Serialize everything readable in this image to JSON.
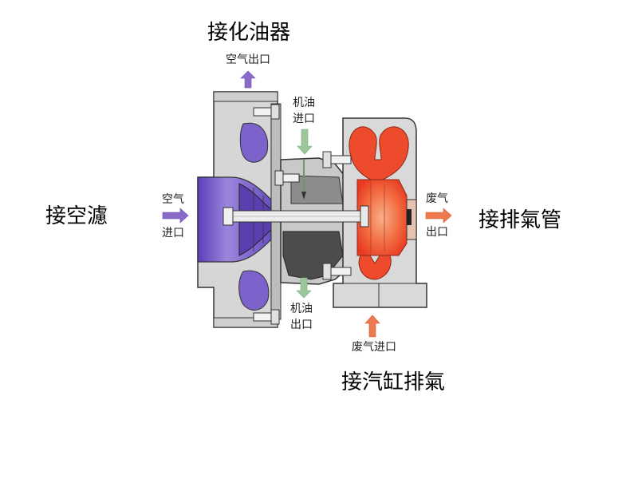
{
  "title": "涡轮增压器结构示意图",
  "connections": {
    "top": "接化油器",
    "left": "接空濾",
    "right": "接排氣管",
    "bottom": "接汽缸排氣"
  },
  "flows": {
    "air_outlet": {
      "label": "空气出口",
      "color": "#8a6ac8"
    },
    "air_inlet": {
      "label_line1": "空气",
      "label_line2": "进口",
      "color": "#8a6ac8"
    },
    "oil_inlet": {
      "label_line1": "机油",
      "label_line2": "进口",
      "color": "#9cc79a"
    },
    "oil_outlet": {
      "label_line1": "机油",
      "label_line2": "出口",
      "color": "#9cc79a"
    },
    "exhaust_outlet": {
      "label_line1": "废气",
      "label_line2": "出口",
      "color": "#ee7a50"
    },
    "exhaust_inlet": {
      "label": "废气进口",
      "color": "#ee7a50"
    }
  },
  "colors": {
    "compressor": "#6a4fc0",
    "compressor_light": "#b3a3e6",
    "turbine": "#f0452a",
    "turbine_light": "#f7a07a",
    "housing": "#d9d9d9",
    "bearing": "#5a5a5a",
    "outline": "#333333"
  }
}
